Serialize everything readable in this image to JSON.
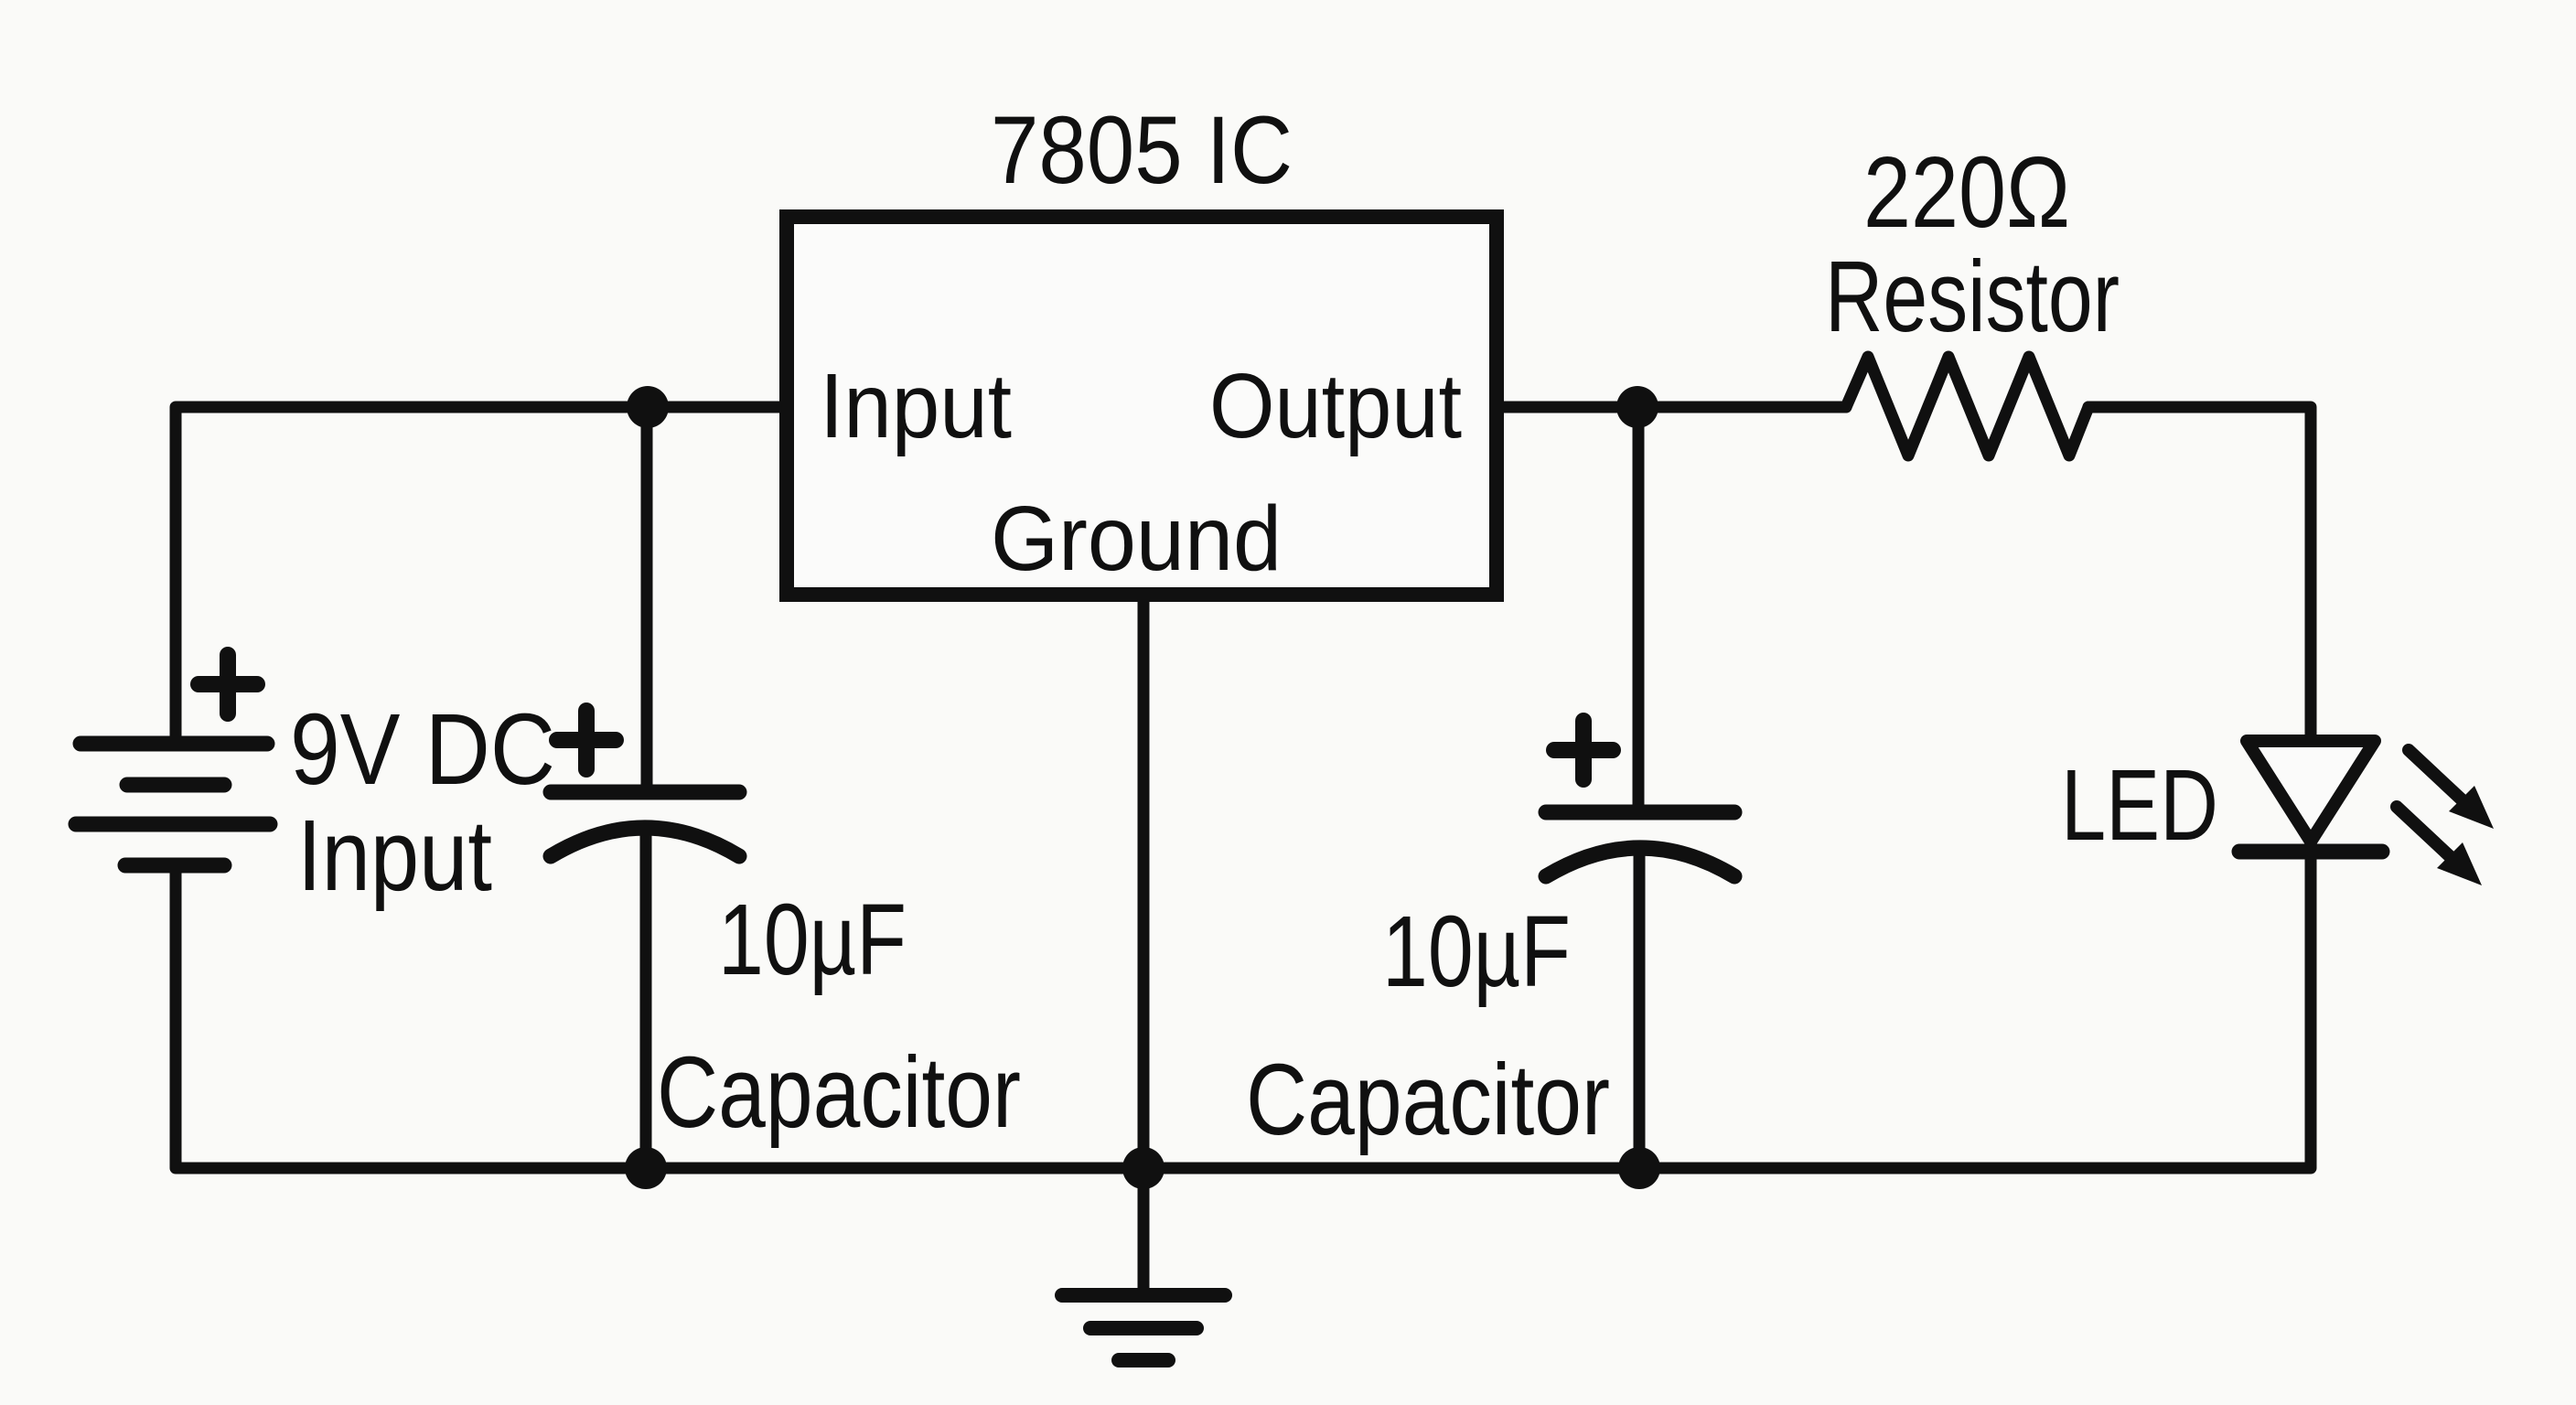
{
  "title": "7805 IC voltage regulator circuit",
  "colors": {
    "background": "#fafaf8",
    "ink": "#101010"
  },
  "ic": {
    "name": "7805 IC",
    "pin_input": "Input",
    "pin_output": "Output",
    "pin_ground": "Ground"
  },
  "battery": {
    "polarity": "+",
    "value": "9V DC",
    "label": "Input"
  },
  "cap_in": {
    "polarity": "+",
    "value": "10µF",
    "label": "Capacitor"
  },
  "cap_out": {
    "polarity": "+",
    "value": "10µF",
    "label": "Capacitor"
  },
  "resistor": {
    "value": "220Ω",
    "label": "Resistor"
  },
  "led": {
    "label": "LED"
  }
}
